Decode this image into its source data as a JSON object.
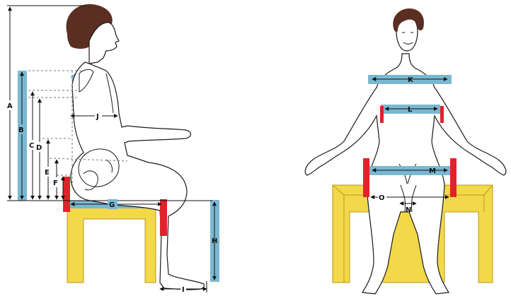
{
  "colors": {
    "bench": "#f3d84a",
    "bench_stroke": "#b89a1c",
    "band": "#7ab8d1",
    "pad": "#e4212b",
    "hair": "#5a2f22",
    "dash": "#777777"
  },
  "side_view": {
    "labels": {
      "A": "A",
      "B": "B",
      "C": "C",
      "D": "D",
      "E": "E",
      "F": "F",
      "G": "G",
      "H": "H",
      "I": "I",
      "J": "J"
    }
  },
  "front_view": {
    "labels": {
      "K": "K",
      "L": "L",
      "M": "M",
      "N": "N",
      "O": "O"
    }
  }
}
